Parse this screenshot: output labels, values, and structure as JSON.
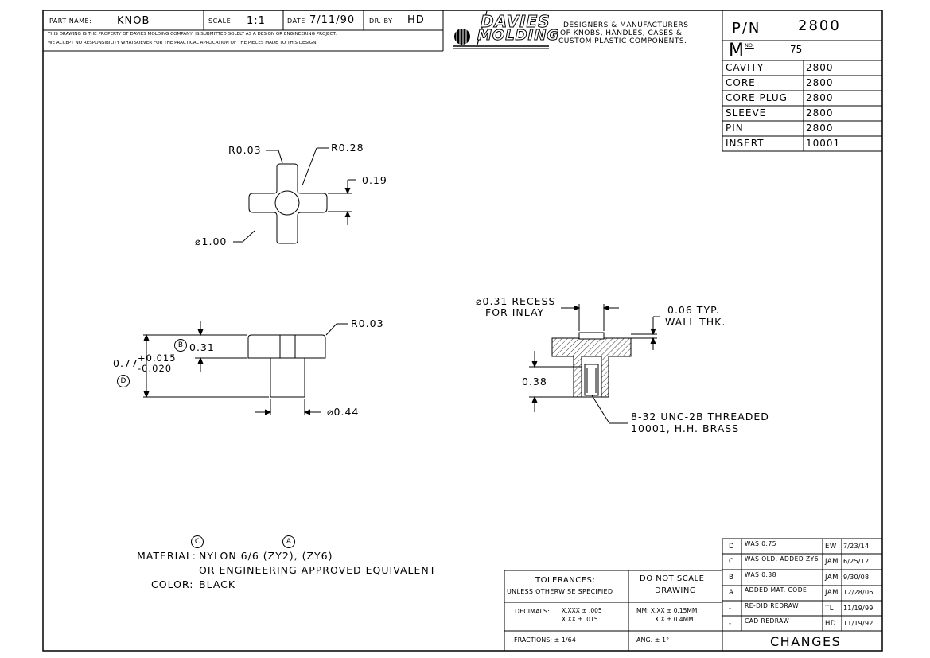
{
  "title_block": {
    "part_name_label": "PART NAME:",
    "part_name": "KNOB",
    "scale_label": "SCALE",
    "scale": "1:1",
    "date_label": "DATE",
    "date": "7/11/90",
    "drawn_by_label": "DR. BY",
    "drawn_by": "HD",
    "notice_line1": "THIS DRAWING IS THE PROPERTY OF DAVIES MOLDING COMPANY, IS SUBMITTED SOLELY AS A DESIGN OR ENGINEERING PROJECT.",
    "notice_line2": "WE ACCEPT NO RESPONSIBILITY WHATSOEVER FOR THE PRACTICAL APPLICATION OF THE PIECES MADE TO THIS DESIGN."
  },
  "company": {
    "logo_line1": "DAVIES",
    "logo_line2": "MOLDING",
    "tagline1": "DESIGNERS & MANUFACTURERS",
    "tagline2": "OF KNOBS, HANDLES, CASES &",
    "tagline3": "CUSTOM PLASTIC COMPONENTS."
  },
  "part_number": {
    "pn_label": "P/N",
    "pn_value": "2800",
    "m_label": "M",
    "no_label": "NO.",
    "m_value": "75"
  },
  "tooling": [
    {
      "name": "CAVITY",
      "value": "2800"
    },
    {
      "name": "CORE",
      "value": "2800"
    },
    {
      "name": "CORE PLUG",
      "value": "2800"
    },
    {
      "name": "SLEEVE",
      "value": "2800"
    },
    {
      "name": "PIN",
      "value": "2800"
    },
    {
      "name": "INSERT",
      "value": "10001"
    }
  ],
  "top_view": {
    "r_small": "R0.03",
    "r_large": "R0.28",
    "width_dim": "0.19",
    "diameter": "⌀1.00"
  },
  "side_view": {
    "r_top": "R0.03",
    "height_dim": "0.31",
    "total_height": "0.77",
    "tol_plus": "+0.015",
    "tol_minus": "-0.020",
    "stem_diameter": "⌀0.44",
    "marker_b": "B",
    "marker_d": "D"
  },
  "section_view": {
    "recess_line1": "⌀0.31 RECESS",
    "recess_line2": "FOR INLAY",
    "wall_line1": "0.06 TYP.",
    "wall_line2": "WALL THK.",
    "depth_dim": "0.38",
    "insert_line1": "8-32 UNC-2B THREADED",
    "insert_line2": "10001, H.H. BRASS"
  },
  "material": {
    "marker_c": "C",
    "marker_a": "A",
    "material_label": "MATERIAL:",
    "material_line1": "NYLON 6/6 (ZY2), (ZY6)",
    "material_line2": "OR ENGINEERING APPROVED EQUIVALENT",
    "color_label": "COLOR:",
    "color_value": "BLACK"
  },
  "tolerances": {
    "title": "TOLERANCES:",
    "subtitle": "UNLESS OTHERWISE SPECIFIED",
    "do_not_scale1": "DO NOT SCALE",
    "do_not_scale2": "DRAWING",
    "decimals_label": "DECIMALS:",
    "dec1": "X.XXX ± .005",
    "dec2": "X.XX  ± .015",
    "mm1": "MM: X.XX ± 0.15MM",
    "mm2": "X.X  ± 0.4MM",
    "fractions": "FRACTIONS: ± 1/64",
    "angles": "ANG. ± 1°"
  },
  "changes": {
    "title": "CHANGES",
    "rows": [
      {
        "rev": "D",
        "desc": "WAS 0.75",
        "by": "EW",
        "date": "7/23/14"
      },
      {
        "rev": "C",
        "desc": "WAS OLD, ADDED ZY6",
        "by": "JAM",
        "date": "6/25/12"
      },
      {
        "rev": "B",
        "desc": "WAS 0.38",
        "by": "JAM",
        "date": "9/30/08"
      },
      {
        "rev": "A",
        "desc": "ADDED MAT. CODE",
        "by": "JAM",
        "date": "12/28/06"
      },
      {
        "rev": "-",
        "desc": "RE-DID REDRAW",
        "by": "TL",
        "date": "11/19/99"
      },
      {
        "rev": "-",
        "desc": "CAD REDRAW",
        "by": "HD",
        "date": "11/19/92"
      }
    ]
  }
}
